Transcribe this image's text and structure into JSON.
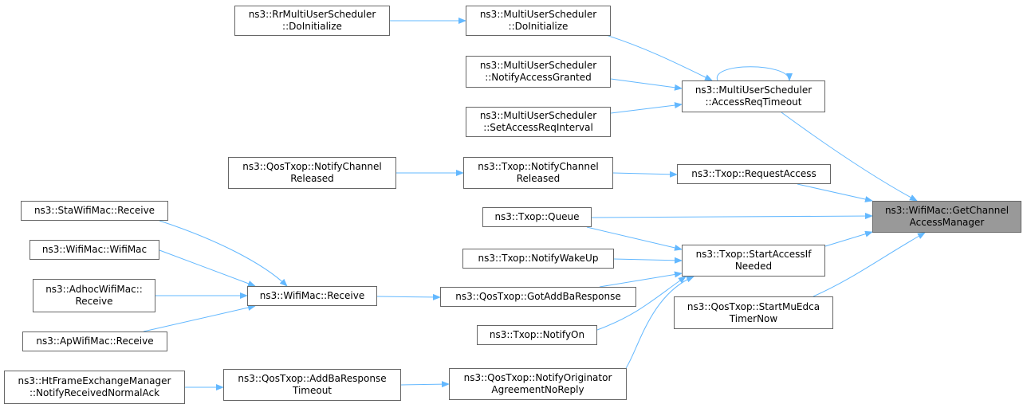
{
  "colors": {
    "edge": "#63b8ff",
    "node_border": "#666666",
    "root_fill": "#999999"
  },
  "nodes": {
    "root": [
      "ns3::WifiMac::GetChannel",
      "AccessManager"
    ],
    "rr_doinit": [
      "ns3::RrMultiUserScheduler",
      "::DoInitialize"
    ],
    "mus_doinit": [
      "ns3::MultiUserScheduler",
      "::DoInitialize"
    ],
    "mus_notify": [
      "ns3::MultiUserScheduler",
      "::NotifyAccessGranted"
    ],
    "mus_setaccess": [
      "ns3::MultiUserScheduler",
      "::SetAccessReqInterval"
    ],
    "mus_timeout": [
      "ns3::MultiUserScheduler",
      "::AccessReqTimeout"
    ],
    "qos_notifych": [
      "ns3::QosTxop::NotifyChannel",
      "Released"
    ],
    "txop_notifych": [
      "ns3::Txop::NotifyChannel",
      "Released"
    ],
    "txop_reqaccess": [
      "ns3::Txop::RequestAccess"
    ],
    "sta_recv": [
      "ns3::StaWifiMac::Receive"
    ],
    "wifimac_ctor": [
      "ns3::WifiMac::WifiMac"
    ],
    "adhoc_recv": [
      "ns3::AdhocWifiMac::",
      "Receive"
    ],
    "ap_recv": [
      "ns3::ApWifiMac::Receive"
    ],
    "wifimac_recv": [
      "ns3::WifiMac::Receive"
    ],
    "txop_queue": [
      "ns3::Txop::Queue"
    ],
    "txop_wakeup": [
      "ns3::Txop::NotifyWakeUp"
    ],
    "qos_gotaddba": [
      "ns3::QosTxop::GotAddBaResponse"
    ],
    "txop_notifyon": [
      "ns3::Txop::NotifyOn"
    ],
    "txop_startaccess": [
      "ns3::Txop::StartAccessIf",
      "Needed"
    ],
    "qos_startmu": [
      "ns3::QosTxop::StartMuEdca",
      "TimerNow"
    ],
    "ht_notifyrecv": [
      "ns3::HtFrameExchangeManager",
      "::NotifyReceivedNormalAck"
    ],
    "qos_addbatimeout": [
      "ns3::QosTxop::AddBaResponse",
      "Timeout"
    ],
    "qos_notifyorig": [
      "ns3::QosTxop::NotifyOriginator",
      "AgreementNoReply"
    ]
  }
}
